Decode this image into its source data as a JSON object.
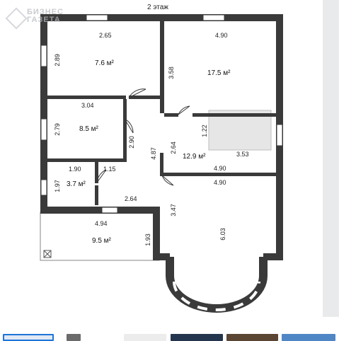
{
  "floor_label": "2 этаж",
  "watermark": {
    "line1": "БИЗНЕС",
    "line2": "ГАЗЕТА"
  },
  "rooms": [
    {
      "id": "room-nw",
      "area": "7.6 м²",
      "width": "2.65",
      "height": "2.89"
    },
    {
      "id": "room-ne",
      "area": "17.5 м²",
      "width": "4.90",
      "height": "3.58"
    },
    {
      "id": "room-w",
      "area": "8.5 м²",
      "width": "3.04",
      "height": "2.79"
    },
    {
      "id": "room-sw",
      "area": "3.7 м²",
      "width": "1.90",
      "height": "1.97"
    },
    {
      "id": "hall",
      "area": "12.9 м²",
      "width": "4.90",
      "height": "2.64"
    },
    {
      "id": "terrace",
      "area": "9.5 м²",
      "width": "4.94",
      "height": "1.93"
    }
  ],
  "dimensions": {
    "d_290": "2.90",
    "d_115": "1.15",
    "d_487": "4.87",
    "d_122": "1.22",
    "d_353": "3.53",
    "d_264b": "2.64",
    "d_490b": "4.90",
    "d_347": "3.47",
    "d_603": "6.03"
  },
  "thumbnails": [
    "plan-1",
    "plan-2",
    "photo-1",
    "photo-2",
    "photo-3",
    "photo-4"
  ],
  "colors": {
    "wall": "#3a3a3a",
    "stair": "#e6e6e6",
    "background": "#ffffff"
  }
}
